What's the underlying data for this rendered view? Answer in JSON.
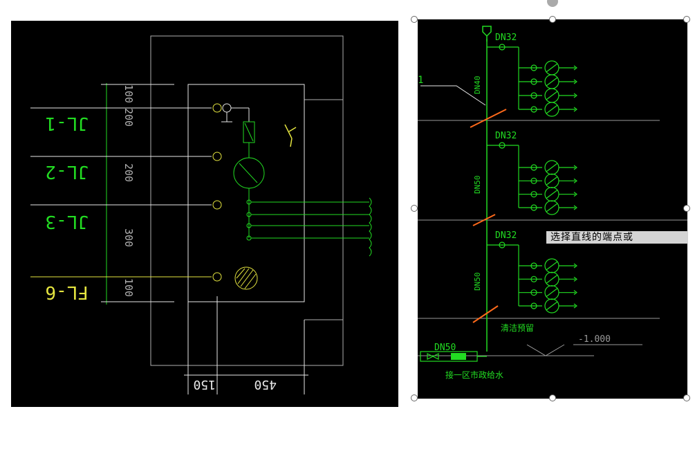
{
  "left": {
    "risers": [
      "JL-1",
      "JL-2",
      "JL-3",
      "FL-6"
    ],
    "dims_vertical": [
      "100",
      "200",
      "200",
      "300",
      "100"
    ],
    "dims_horizontal": [
      "150",
      "450"
    ]
  },
  "right": {
    "pipe_labels": [
      "DN32",
      "DN32",
      "DN32",
      "DN50"
    ],
    "riser_sizes": [
      "DN40",
      "DN50",
      "DN50"
    ],
    "callout": "1",
    "reserve_label": "清洁预留",
    "elevation": "-1.000",
    "mains_label": "接一区市政给水"
  },
  "command_prompt": "选择直线的端点或",
  "colors": {
    "green": "#22dd22",
    "white": "#e8e8e8",
    "yellow": "#e6e640",
    "orange": "#ff6a1a",
    "gray": "#9a9a9a"
  }
}
